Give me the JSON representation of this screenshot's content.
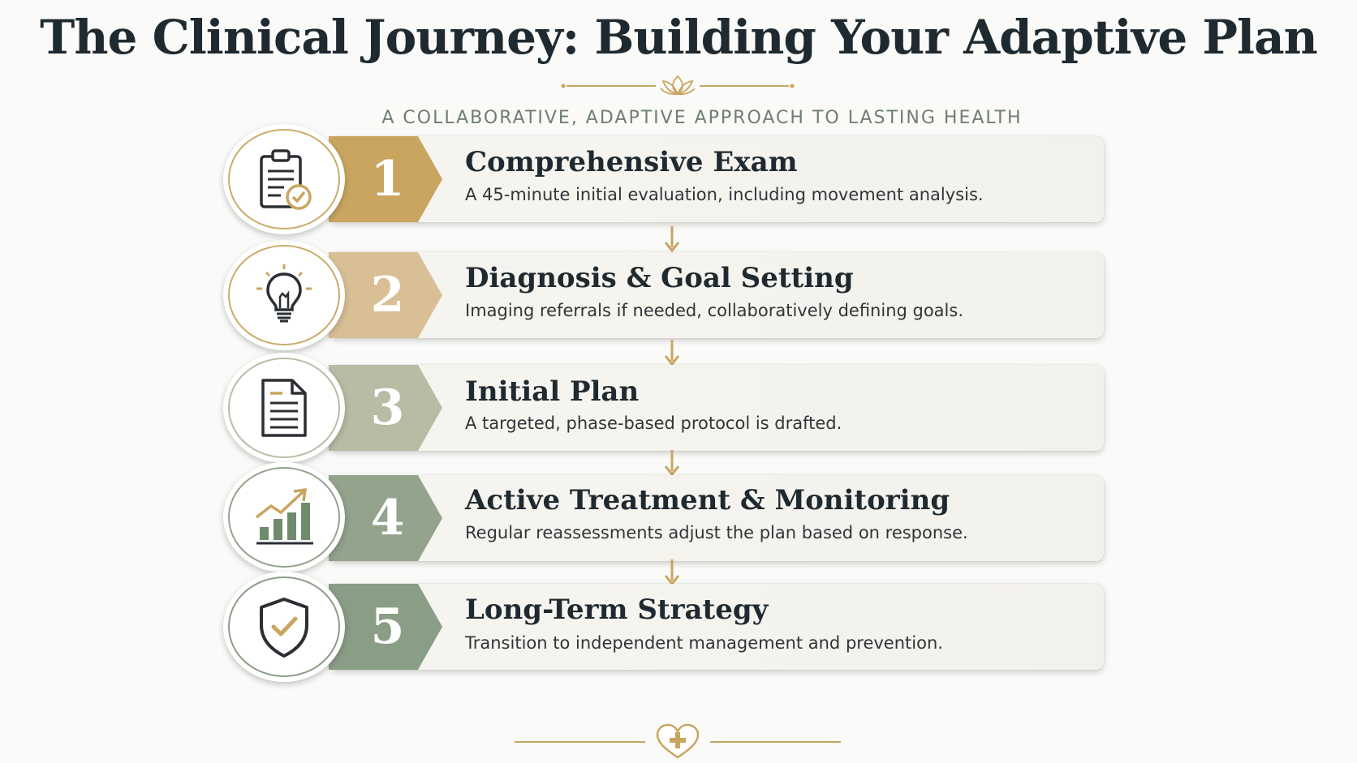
{
  "header": {
    "title": "The Clinical Journey: Building Your Adaptive Plan",
    "subtitle": "A COLLABORATIVE, ADAPTIVE APPROACH TO LASTING HEALTH"
  },
  "steps": [
    {
      "number": "1",
      "title": "Comprehensive Exam",
      "description": "A 45-minute initial evaluation, including movement analysis.",
      "icon": "clipboard-check-icon",
      "color": "#c9a560"
    },
    {
      "number": "2",
      "title": "Diagnosis & Goal Setting",
      "description": "Imaging referrals if needed, collaboratively defining goals.",
      "icon": "lightbulb-icon",
      "color": "#d9bf95"
    },
    {
      "number": "3",
      "title": "Initial Plan",
      "description": "A targeted, phase-based protocol is drafted.",
      "icon": "document-icon",
      "color": "#b9bca4"
    },
    {
      "number": "4",
      "title": "Active Treatment & Monitoring",
      "description": "Regular reassessments adjust the plan based on response.",
      "icon": "growth-chart-icon",
      "color": "#93a38c"
    },
    {
      "number": "5",
      "title": "Long-Term Strategy",
      "description": "Transition to independent management and prevention.",
      "icon": "shield-check-icon",
      "color": "#8a9e86"
    }
  ],
  "colors": {
    "gold": "#c9a560",
    "title_text": "#1f2a30",
    "subtitle_text": "#6f7f6f",
    "icon_dark": "#2b2f33",
    "icon_green": "#6f8a6c"
  }
}
